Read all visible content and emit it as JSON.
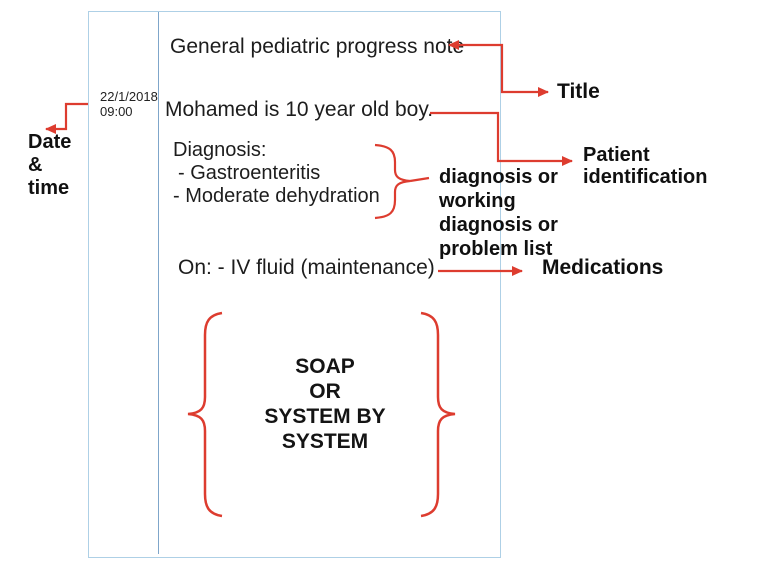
{
  "document": {
    "title_line": "General pediatric progress note",
    "date": "22/1/2018",
    "time": "09:00",
    "patient_line": "Mohamed is 10 year old boy.",
    "diagnosis_heading": "Diagnosis:",
    "diagnosis_items": [
      "- Gastroenteritis",
      "- Moderate dehydration"
    ],
    "medications_line": "On: - IV fluid (maintenance)",
    "soap_lines": [
      "SOAP",
      "OR",
      "SYSTEM BY",
      "SYSTEM"
    ]
  },
  "annotations": {
    "date_time_lines": [
      "Date",
      "&",
      "time"
    ],
    "title_label": "Title",
    "patient_identification_lines": [
      "Patient",
      "identification"
    ],
    "diagnosis_note_lines": [
      "diagnosis or",
      "working",
      "diagnosis or",
      "problem list"
    ],
    "medications_label": "Medications"
  },
  "colors": {
    "annotation_red": "#dd3c2f",
    "box_border_blue": "#aed0e6",
    "divider_blue": "#7fa6ca",
    "text_black": "#1d1d1d"
  }
}
